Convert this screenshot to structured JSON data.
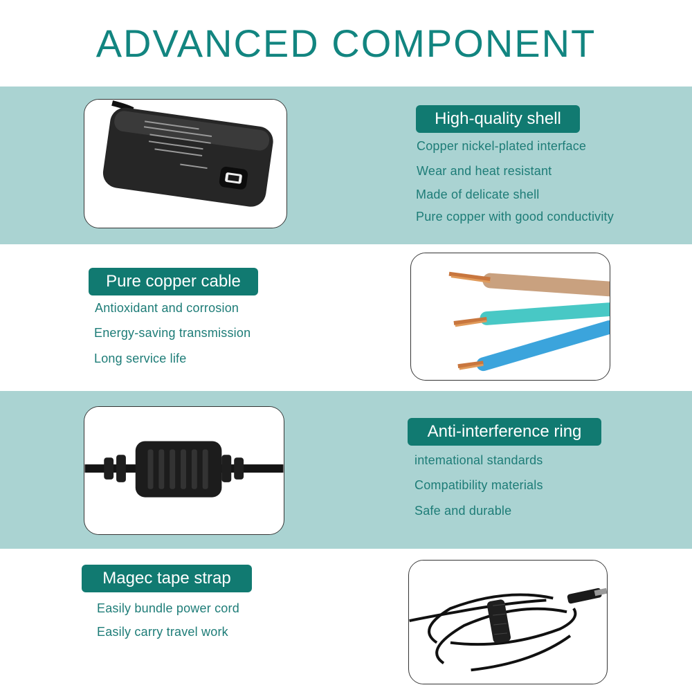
{
  "title": "ADVANCED COMPONENT",
  "colors": {
    "teal_band": "#aad3d2",
    "pill": "#117a71",
    "text": "#1d7c77",
    "title": "#128580"
  },
  "sections": [
    {
      "heading": "High-quality shell",
      "image": "power-adapter-image",
      "lines": [
        "Copper nickel-plated interface",
        "Wear and heat resistant",
        "Made of delicate shell",
        "Pure copper with good conductivity"
      ]
    },
    {
      "heading": "Pure copper cable",
      "image": "copper-wires-image",
      "lines": [
        "Antioxidant and corrosion",
        "Energy-saving transmission",
        "Long service life"
      ]
    },
    {
      "heading": "Anti-interference ring",
      "image": "ferrite-ring-image",
      "lines": [
        "intemational standards",
        "Compatibility materials",
        "Safe and durable"
      ]
    },
    {
      "heading": "Magec tape strap",
      "image": "tape-strap-image",
      "lines": [
        "Easily bundle power cord",
        "Easily carry travel work"
      ]
    }
  ]
}
